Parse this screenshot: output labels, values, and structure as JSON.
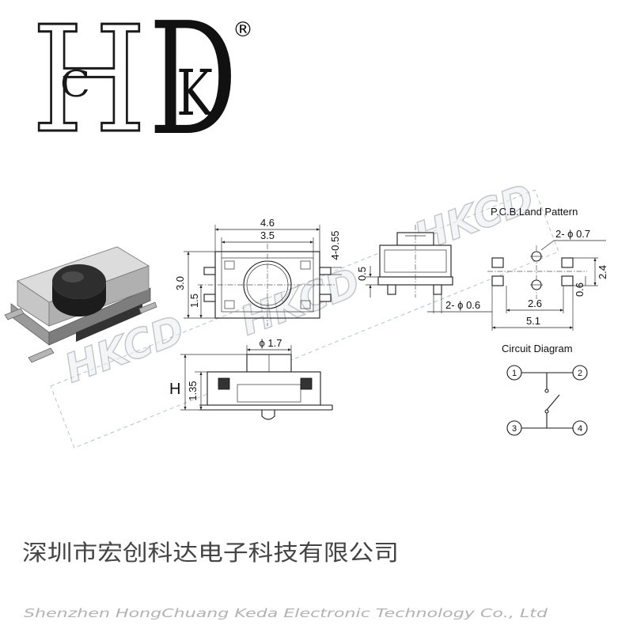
{
  "logo": {
    "left_letter": "H",
    "left_inner": "C",
    "right_letter": "D",
    "right_inner": "K",
    "registered": "®"
  },
  "watermark": {
    "text": "HKCD"
  },
  "top_view": {
    "dim_overall_width": "4.6",
    "dim_body_width": "3.5",
    "dim_terminals": "4-0.55",
    "dim_height": "3.0",
    "dim_half_height": "1.5"
  },
  "side_view": {
    "dim_offset": "0.5",
    "dim_pegs": "2- ϕ 0.6"
  },
  "front_view": {
    "dim_button": "ϕ 1.7",
    "label_height": "H",
    "dim_body_height": "1.35"
  },
  "pcb_land_pattern": {
    "title": "P.C.B.Land Pattern",
    "dim_holes": "2- ϕ 0.7",
    "dim_pitch": "2.4",
    "dim_pad": "0.6",
    "dim_hole_spacing": "2.6",
    "dim_overall": "5.1"
  },
  "circuit_diagram": {
    "title": "Circuit Diagram",
    "pins": [
      "1",
      "2",
      "3",
      "4"
    ]
  },
  "company": {
    "name_cn": "深圳市宏创科达电子科技有限公司",
    "name_en": "Shenzhen HongChuang Keda Electronic Technology Co., Ltd"
  },
  "colors": {
    "ink": "#1a1a1a",
    "watermark": "#9aa0a6",
    "company_text": "#444444"
  }
}
